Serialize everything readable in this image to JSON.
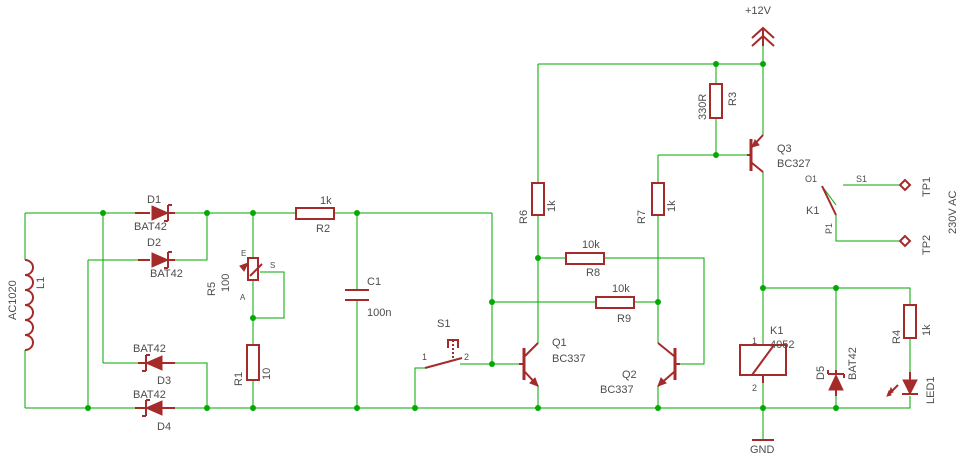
{
  "labels": {
    "l1_name": "L1",
    "l1_val": "AC1020",
    "d1_name": "D1",
    "d1_val": "BAT42",
    "d2_name": "D2",
    "d2_val": "BAT42",
    "d3_name": "D3",
    "d3_val": "BAT42",
    "d4_name": "D4",
    "d4_val": "BAT42",
    "r5_name": "R5",
    "r5_val": "100",
    "r5_e": "E",
    "r5_a": "A",
    "r5_s": "S",
    "r1_name": "R1",
    "r1_val": "10",
    "r2_name": "R2",
    "r2_val": "1k",
    "c1_name": "C1",
    "c1_val": "100n",
    "s1_name": "S1",
    "s1_pin1": "1",
    "s1_pin2": "2",
    "r6_name": "R6",
    "r6_val": "1k",
    "r7_name": "R7",
    "r7_val": "1k",
    "r8_name": "R8",
    "r8_val": "10k",
    "r9_name": "R9",
    "r9_val": "10k",
    "q1_name": "Q1",
    "q1_val": "BC337",
    "q2_name": "Q2",
    "q2_val": "BC337",
    "r3_name": "R3",
    "r3_val": "330R",
    "q3_name": "Q3",
    "q3_val": "BC327",
    "vcc": "+12V",
    "gnd": "GND",
    "k1_name": "K1",
    "k1_val": "4052",
    "k1_pin1": "1",
    "k1_pin2": "2",
    "k1c_name": "K1",
    "k1c_o1": "O1",
    "k1c_p1": "P1",
    "k1c_s1": "S1",
    "tp1": "TP1",
    "tp2": "TP2",
    "ac": "230V AC",
    "d5_name": "D5",
    "d5_val": "BAT42",
    "r4_name": "R4",
    "r4_val": "1k",
    "led_name": "LED1"
  }
}
